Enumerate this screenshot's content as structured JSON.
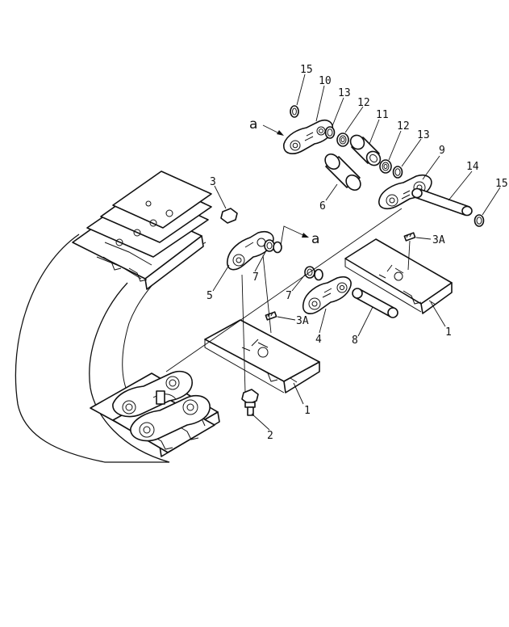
{
  "labels": {
    "p15_top": "15",
    "p10": "10",
    "p13_top": "13",
    "p12_top": "12",
    "p11": "11",
    "p12_mid": "12",
    "p13_mid": "13",
    "p9": "9",
    "p14": "14",
    "p15_right": "15",
    "p3": "3",
    "p6": "6",
    "p3A_right": "3A",
    "p7_left": "7",
    "p7_mid": "7",
    "p5": "5",
    "p3A_mid": "3A",
    "p4": "4",
    "p8": "8",
    "p1_right": "1",
    "p1_mid": "1",
    "p2": "2",
    "ref_a_top": "a",
    "ref_a_mid": "a"
  }
}
